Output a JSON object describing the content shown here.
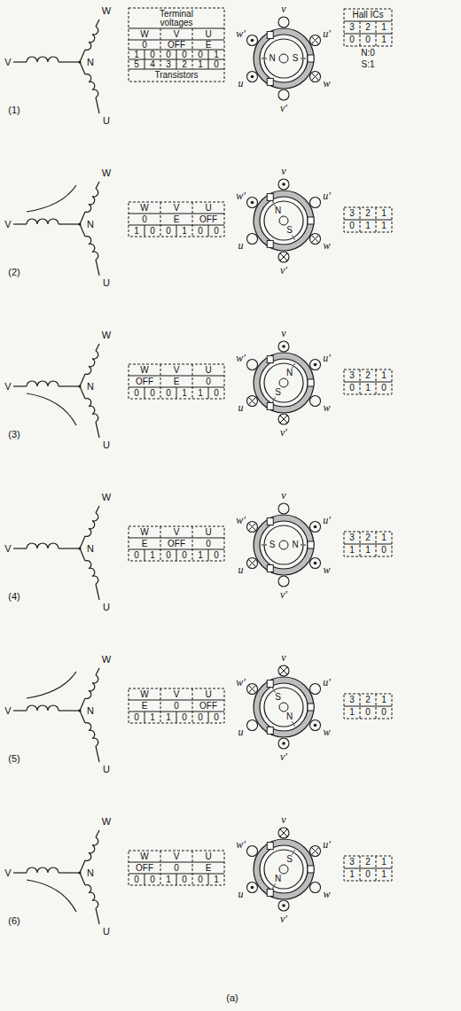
{
  "diagram": {
    "labels": [
      "Terminal voltages",
      "W",
      "V",
      "U",
      "0",
      "OFF",
      "E",
      "1",
      "0",
      "0",
      "0",
      "0",
      "1",
      "5",
      "4",
      "3",
      "2",
      "1",
      "0",
      "Transistors",
      "W",
      "V",
      "U",
      "N",
      "(1)",
      "v",
      "u'",
      "w",
      "v'",
      "u",
      "w'",
      "N",
      "S",
      "Hall ICs",
      "3",
      "2",
      "1",
      "0",
      "0",
      "1",
      "N:0",
      "S:1",
      "W",
      "V",
      "U",
      "0",
      "E",
      "OFF",
      "1",
      "0",
      "0",
      "1",
      "0",
      "0",
      "W",
      "V",
      "U",
      "N",
      "(2)",
      "v",
      "u'",
      "w",
      "v'",
      "u",
      "w'",
      "N",
      "S",
      "3",
      "2",
      "1",
      "0",
      "1",
      "1",
      "W",
      "V",
      "U",
      "OFF",
      "E",
      "0",
      "0",
      "0",
      "0",
      "1",
      "1",
      "0",
      "W",
      "V",
      "U",
      "N",
      "(3)",
      "v",
      "u'",
      "w",
      "v'",
      "u",
      "w'",
      "N",
      "S",
      "3",
      "2",
      "1",
      "0",
      "1",
      "0",
      "W",
      "V",
      "U",
      "E",
      "OFF",
      "0",
      "0",
      "1",
      "0",
      "0",
      "1",
      "0",
      "W",
      "V",
      "U",
      "N",
      "(4)",
      "v",
      "u'",
      "w",
      "v'",
      "u",
      "w'",
      "N",
      "S",
      "3",
      "2",
      "1",
      "1",
      "1",
      "0",
      "W",
      "V",
      "U",
      "E",
      "0",
      "OFF",
      "0",
      "1",
      "1",
      "0",
      "0",
      "0",
      "W",
      "V",
      "U",
      "N",
      "(5)",
      "v",
      "u'",
      "w",
      "v'",
      "u",
      "w'",
      "N",
      "S",
      "3",
      "2",
      "1",
      "1",
      "0",
      "0",
      "W",
      "V",
      "U",
      "OFF",
      "0",
      "E",
      "0",
      "0",
      "1",
      "0",
      "0",
      "1",
      "W",
      "V",
      "U",
      "N",
      "(6)",
      "v",
      "u'",
      "w",
      "v'",
      "u",
      "w'",
      "N",
      "S",
      "3",
      "2",
      "1",
      "1",
      "0",
      "1",
      "(a)"
    ]
  }
}
